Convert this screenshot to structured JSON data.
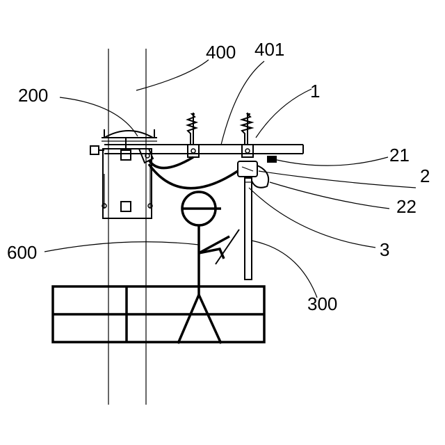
{
  "labels": {
    "l400": "400",
    "l401": "401",
    "l200": "200",
    "l1": "1",
    "l21": "21",
    "l2": "2",
    "l22": "22",
    "l3": "3",
    "l600": "600",
    "l300": "300"
  }
}
